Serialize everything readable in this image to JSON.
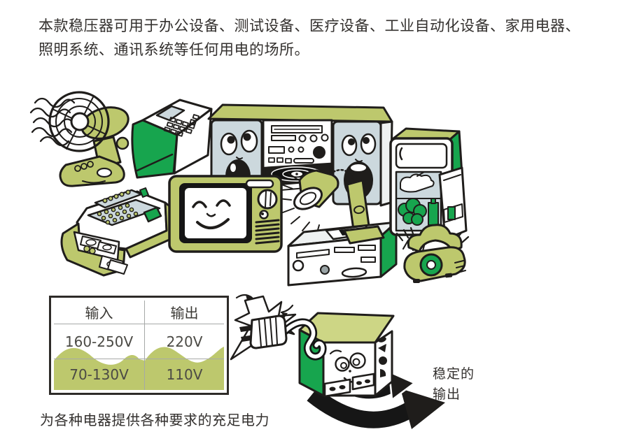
{
  "page": {
    "intro": "本款稳压器可用于办公设备、测试设备、医疗设备、工业自动化设备、家用电器、\n照明系统、通讯系统等任何用电的场所。",
    "caption": "为各种电器提供各种要求的充足电力",
    "stable_output_label": "稳定的\n输出"
  },
  "voltage_table": {
    "headers": [
      "输入",
      "输出"
    ],
    "rows": [
      [
        "160-250V",
        "220V"
      ],
      [
        "70-130V",
        "110V"
      ]
    ]
  },
  "illustration": {
    "appliances": [
      "electric-fan",
      "pos-terminal",
      "cash-register",
      "stereo-system",
      "television",
      "desk-lamp",
      "vcr-player",
      "refrigerator",
      "telephone"
    ],
    "stabilizer_scene": [
      "spark-burst",
      "power-plug",
      "voltage-stabilizer",
      "output-arrows"
    ]
  },
  "colors": {
    "olive": "#bdc86d",
    "olive2": "#cdd685",
    "green": "#17a54e",
    "panel": "#ccd8dd",
    "outline": "#1f1d1b",
    "text": "#33302e"
  }
}
